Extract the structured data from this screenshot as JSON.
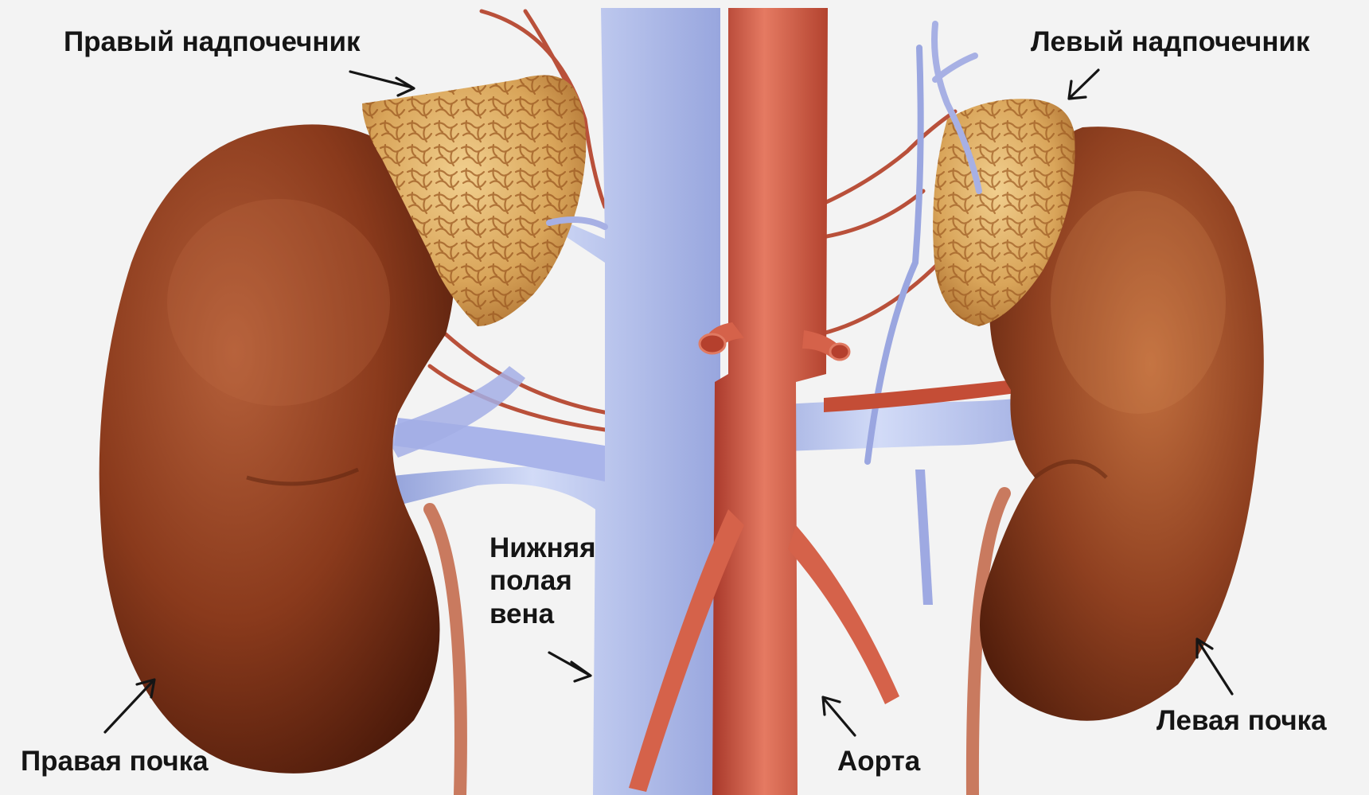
{
  "labels": {
    "right_adrenal": "Правый надпочечник",
    "left_adrenal": "Левый надпочечник",
    "ivc": "Нижняя\nполая\nвена",
    "right_kidney": "Правая почка",
    "aorta": "Аорта",
    "left_kidney": "Левая почка"
  },
  "colors": {
    "background": "#f3f3f3",
    "kidney": "#8a3a1c",
    "adrenal": "#d9a55a",
    "vein": "#b8c4ee",
    "artery": "#d8644c",
    "ureter": "#c97a5f",
    "arrow": "#151515"
  }
}
